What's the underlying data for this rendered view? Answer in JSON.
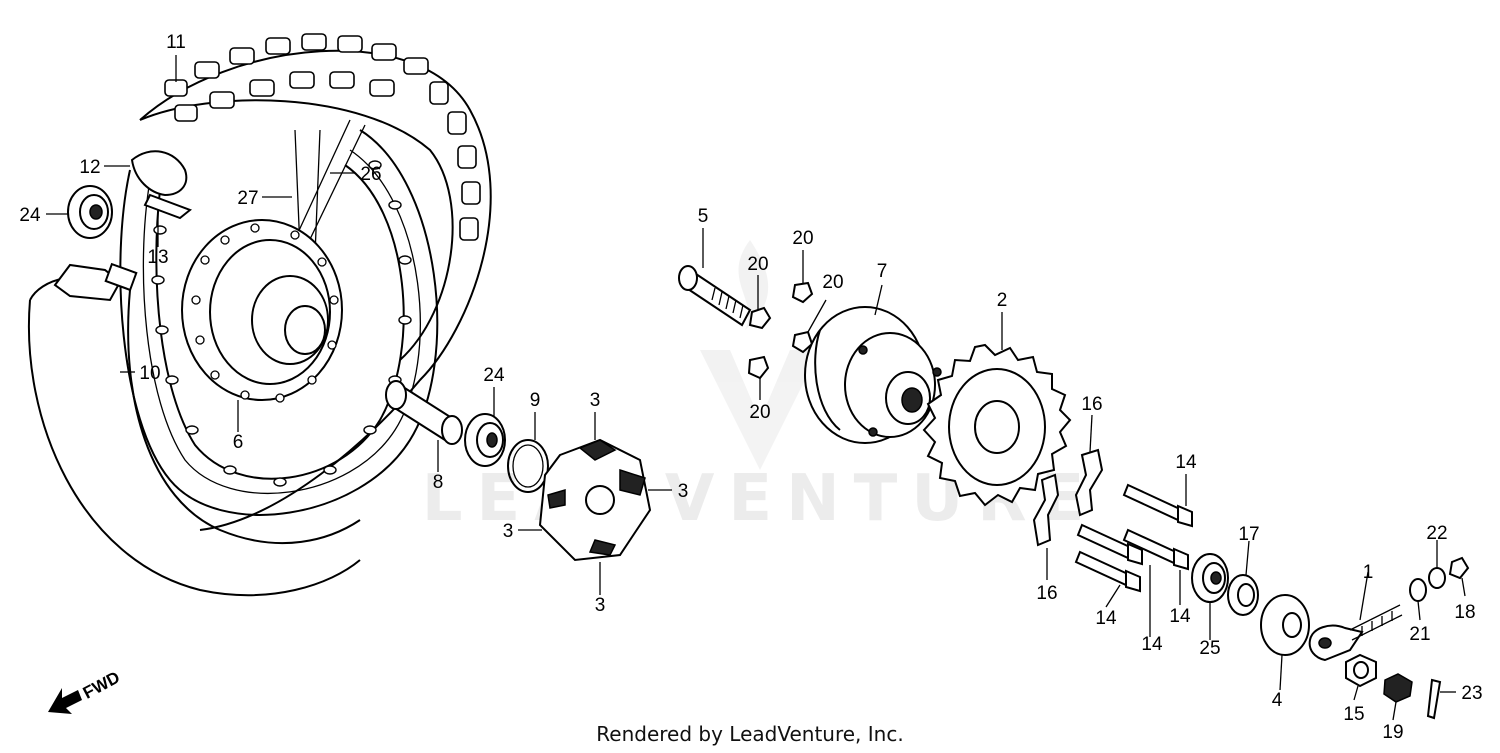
{
  "watermark": "LEADVENTURE",
  "fwd_label": "FWD",
  "footer": "Rendered by LeadVenture, Inc.",
  "callouts": {
    "c11": "11",
    "c12": "12",
    "c24a": "24",
    "c13": "13",
    "c27": "27",
    "c26": "26",
    "c10": "10",
    "c6": "6",
    "c8": "8",
    "c24b": "24",
    "c9": "9",
    "c3a": "3",
    "c3b": "3",
    "c3c": "3",
    "c3d": "3",
    "c5": "5",
    "c20a": "20",
    "c20b": "20",
    "c20c": "20",
    "c20d": "20",
    "c7": "7",
    "c2": "2",
    "c16a": "16",
    "c16b": "16",
    "c14a": "14",
    "c14b": "14",
    "c14c": "14",
    "c14d": "14",
    "c17": "17",
    "c25": "25",
    "c4": "4",
    "c1": "1",
    "c22": "22",
    "c21": "21",
    "c18": "18",
    "c15": "15",
    "c19": "19",
    "c23": "23"
  }
}
